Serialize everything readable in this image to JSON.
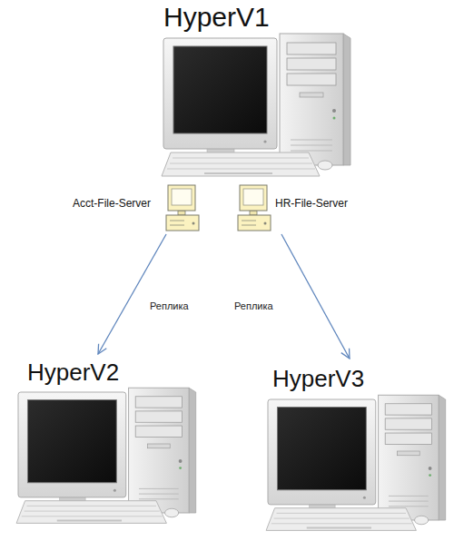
{
  "diagram": {
    "nodes": [
      {
        "text": [
          "HyperV1"
        ]
      },
      {
        "text": [
          "Acct-File-Server"
        ]
      },
      {
        "text": [
          "HR-File-Server"
        ]
      },
      {
        "text": [
          "HyperV2"
        ]
      },
      {
        "text": [
          "HyperV3"
        ]
      }
    ],
    "edges": [
      {
        "from": 1,
        "to": 3,
        "arrow": "to",
        "label": "Реплика"
      },
      {
        "from": 2,
        "to": 4,
        "arrow": "to",
        "label": "Реплика"
      }
    ]
  }
}
